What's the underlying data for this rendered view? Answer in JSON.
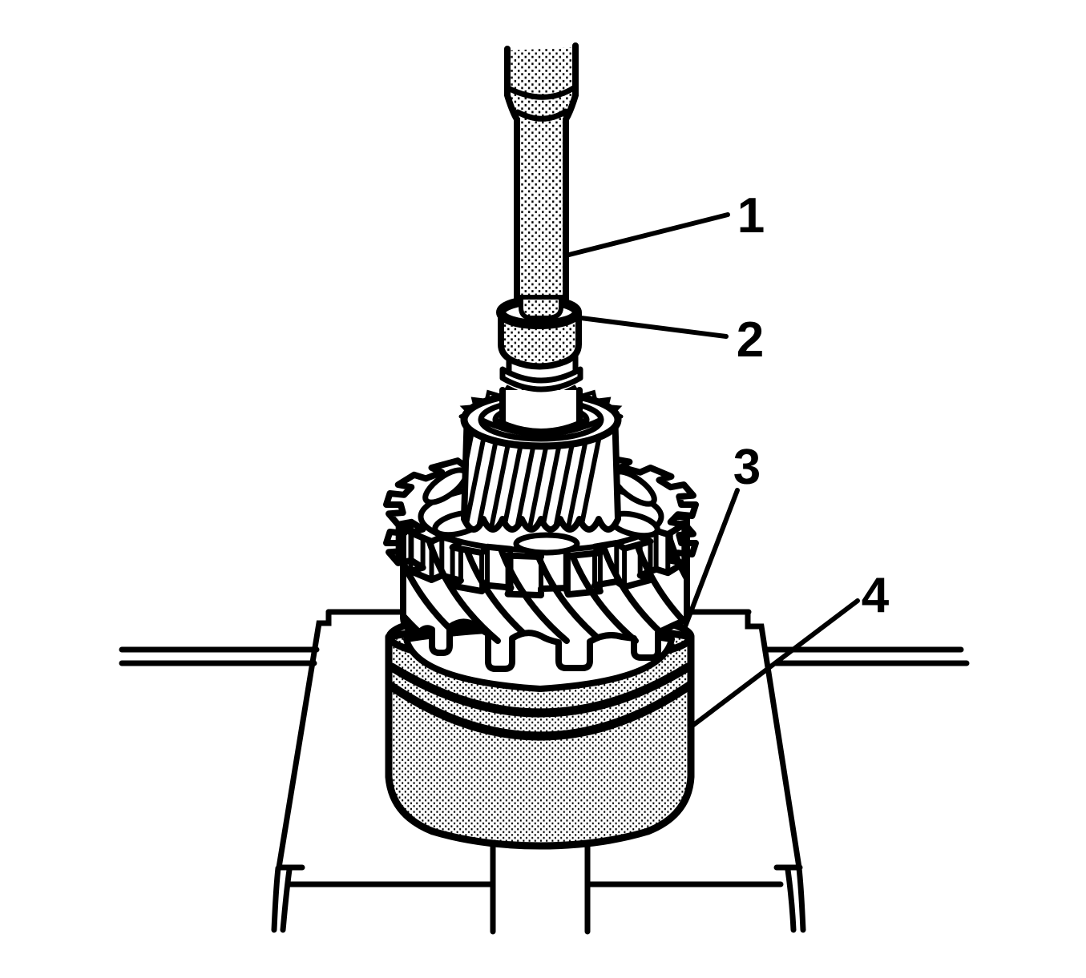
{
  "colors": {
    "ink": "#000000",
    "paper": "#ffffff"
  },
  "callouts": [
    {
      "number": "1"
    },
    {
      "number": "2"
    },
    {
      "number": "3"
    },
    {
      "number": "4"
    }
  ]
}
